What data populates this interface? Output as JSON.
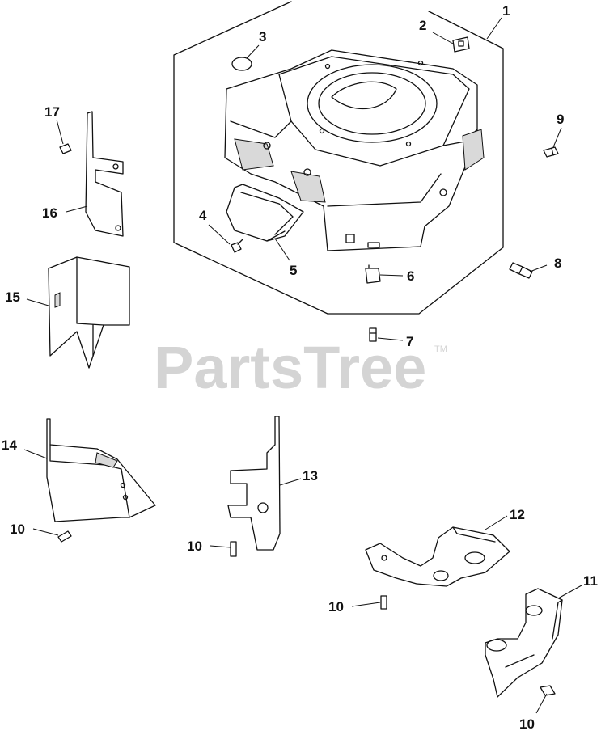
{
  "watermark": {
    "text": "PartsTree",
    "trademark": "TM"
  },
  "callouts": [
    {
      "id": "c1",
      "label": "1"
    },
    {
      "id": "c2",
      "label": "2"
    },
    {
      "id": "c3",
      "label": "3"
    },
    {
      "id": "c4",
      "label": "4"
    },
    {
      "id": "c5",
      "label": "5"
    },
    {
      "id": "c6",
      "label": "6"
    },
    {
      "id": "c7",
      "label": "7"
    },
    {
      "id": "c8",
      "label": "8"
    },
    {
      "id": "c9",
      "label": "9"
    },
    {
      "id": "c10a",
      "label": "10"
    },
    {
      "id": "c10b",
      "label": "10"
    },
    {
      "id": "c10c",
      "label": "10"
    },
    {
      "id": "c10d",
      "label": "10"
    },
    {
      "id": "c11",
      "label": "11"
    },
    {
      "id": "c12",
      "label": "12"
    },
    {
      "id": "c13",
      "label": "13"
    },
    {
      "id": "c14",
      "label": "14"
    },
    {
      "id": "c15",
      "label": "15"
    },
    {
      "id": "c16",
      "label": "16"
    },
    {
      "id": "c17",
      "label": "17"
    }
  ]
}
